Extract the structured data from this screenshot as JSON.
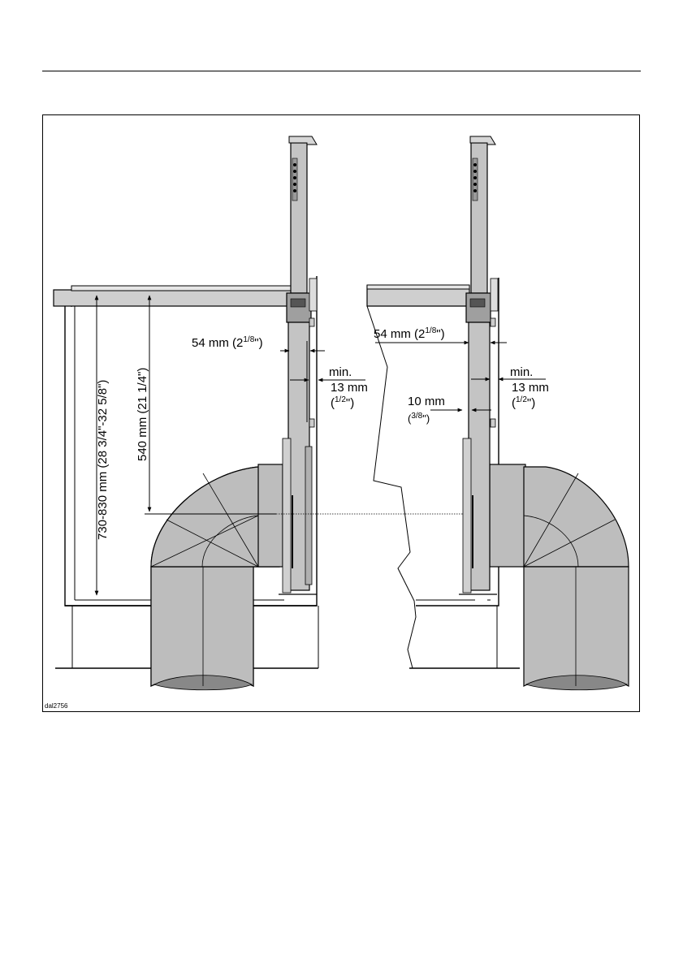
{
  "diagram": {
    "code": "dal2756",
    "left_view": {
      "dim_height_total": "730-830 mm (28 3/4\"-32 5/8\")",
      "dim_height_540": "540 mm (21 1/4\")",
      "dim_54": "54 mm (2",
      "dim_54_frac": "1/8",
      "dim_54_close": "\")",
      "min_label": "min.",
      "min_13": "13 mm",
      "min_13_open": "(",
      "min_13_frac": "1/2",
      "min_13_close": "\")"
    },
    "right_view": {
      "dim_54": "54 mm (2",
      "dim_54_frac": "1/8",
      "dim_54_close": "\")",
      "min_label": "min.",
      "min_13": "13 mm",
      "min_13_open": "(",
      "min_13_frac": "1/2",
      "min_13_close": "\")",
      "dim_10": "10 mm",
      "dim_10_open": "(",
      "dim_10_frac": "3/8",
      "dim_10_close": "\")"
    }
  }
}
